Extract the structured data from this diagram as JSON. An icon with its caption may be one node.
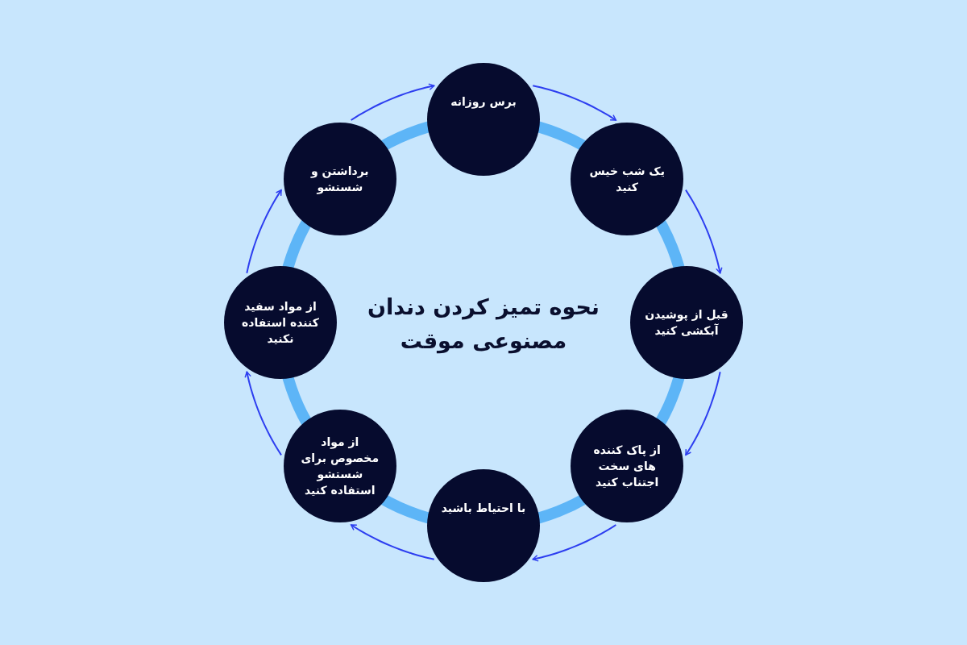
{
  "diagram": {
    "title": "نحوه تمیز کردن دندان مصنوعی موقت",
    "nodes": [
      {
        "text": [
          "برس روزانه"
        ]
      },
      {
        "text": [
          "یک شب خیس کنید"
        ]
      },
      {
        "text": [
          "قبل از پوشیدن آبکشی کنید"
        ]
      },
      {
        "text": [
          "از پاک کننده های سخت اجتناب کنید"
        ]
      },
      {
        "text": [
          "با احتیاط باشید"
        ]
      },
      {
        "text": [
          "از مواد مخصوص برای شستشو استفاده کنید"
        ]
      },
      {
        "text": [
          "از مواد سفید کننده استفاده نکنید"
        ]
      },
      {
        "text": [
          "برداشتن و شستشو"
        ]
      }
    ],
    "edges": [
      {
        "from": 0,
        "to": 1,
        "arrow": "to"
      },
      {
        "from": 1,
        "to": 2,
        "arrow": "to"
      },
      {
        "from": 2,
        "to": 3,
        "arrow": "to"
      },
      {
        "from": 3,
        "to": 4,
        "arrow": "to"
      },
      {
        "from": 4,
        "to": 5,
        "arrow": "to"
      },
      {
        "from": 5,
        "to": 6,
        "arrow": "to"
      },
      {
        "from": 6,
        "to": 7,
        "arrow": "to"
      },
      {
        "from": 7,
        "to": 0,
        "arrow": "to"
      }
    ]
  }
}
